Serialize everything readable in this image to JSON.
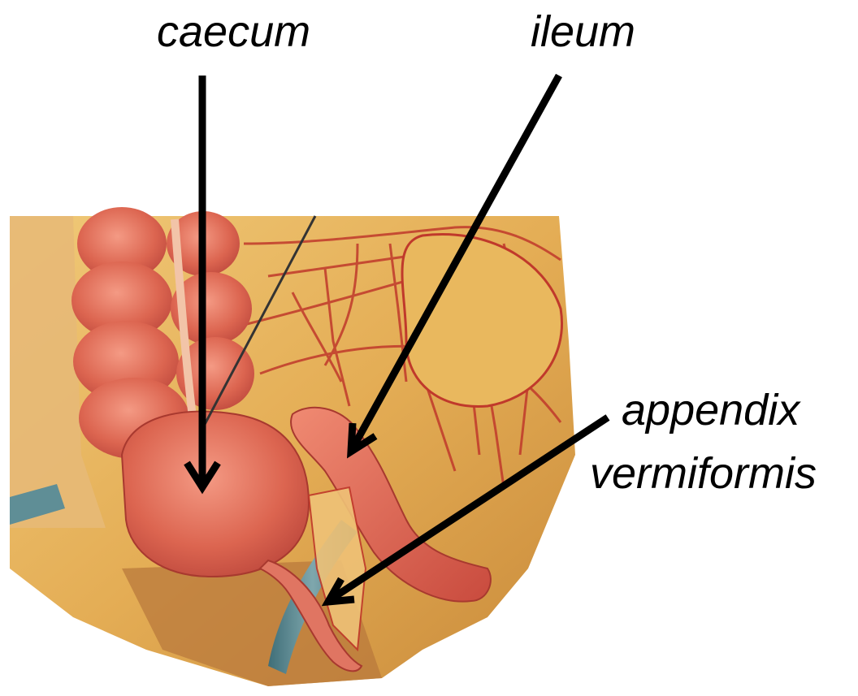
{
  "labels": {
    "caecum": "caecum",
    "ileum": "ileum",
    "appendix_line1": "appendix",
    "appendix_line2": "vermiformis"
  },
  "colors": {
    "background": "#ffffff",
    "arrow": "#000000",
    "fat": "#e6b25a",
    "bowel": "#d9614c",
    "vessel": "#c0392b",
    "vein": "#4f7f88"
  }
}
